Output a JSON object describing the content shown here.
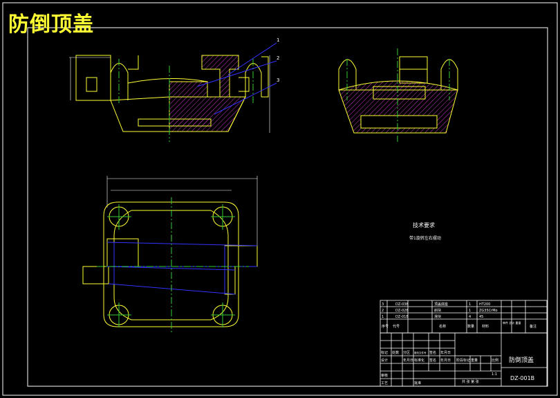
{
  "title_overlay": "防倒顶盖",
  "tech_requirements": {
    "heading": "技术要求",
    "line1": "带1旋转左右摆动"
  },
  "callouts": [
    "1",
    "2",
    "3"
  ],
  "bom": {
    "rows": [
      {
        "no": "3",
        "code": "DZ-03B",
        "name": "顶盖底座",
        "qty": "1",
        "material": "HT200"
      },
      {
        "no": "2",
        "code": "DZ-02B",
        "name": "斜块",
        "qty": "1",
        "material": "ZG35CrMo"
      },
      {
        "no": "1",
        "code": "DZ-01B",
        "name": "滑块",
        "qty": "4",
        "material": "45"
      }
    ],
    "header": {
      "no": "序号",
      "code": "代号",
      "name": "名称",
      "qty": "数量",
      "material": "材料",
      "weight": "单件 总计 重量",
      "remark": "备注"
    }
  },
  "title_block": {
    "drawing_title": "防倒顶盖",
    "drawing_number": "DZ-001B",
    "scale": "1:1",
    "sheet_info": "共  张  第  张",
    "labels": {
      "mark": "标记",
      "count": "处数",
      "zone": "分区",
      "change_doc": "更改文件号",
      "sign": "签名",
      "date": "年月日",
      "design": "设计",
      "standard": "标准化",
      "stage": "阶段标记",
      "weight": "重量",
      "ratio": "比例",
      "review": "审核",
      "process": "工艺",
      "approve": "批准"
    }
  },
  "colors": {
    "background": "#000000",
    "frame": "#ffffff",
    "outline": "#ffff33",
    "hatch": "#cc33cc",
    "center": "#33cc33",
    "section": "#3333ff",
    "text": "#ffffff",
    "overlay": "#ffff33"
  }
}
